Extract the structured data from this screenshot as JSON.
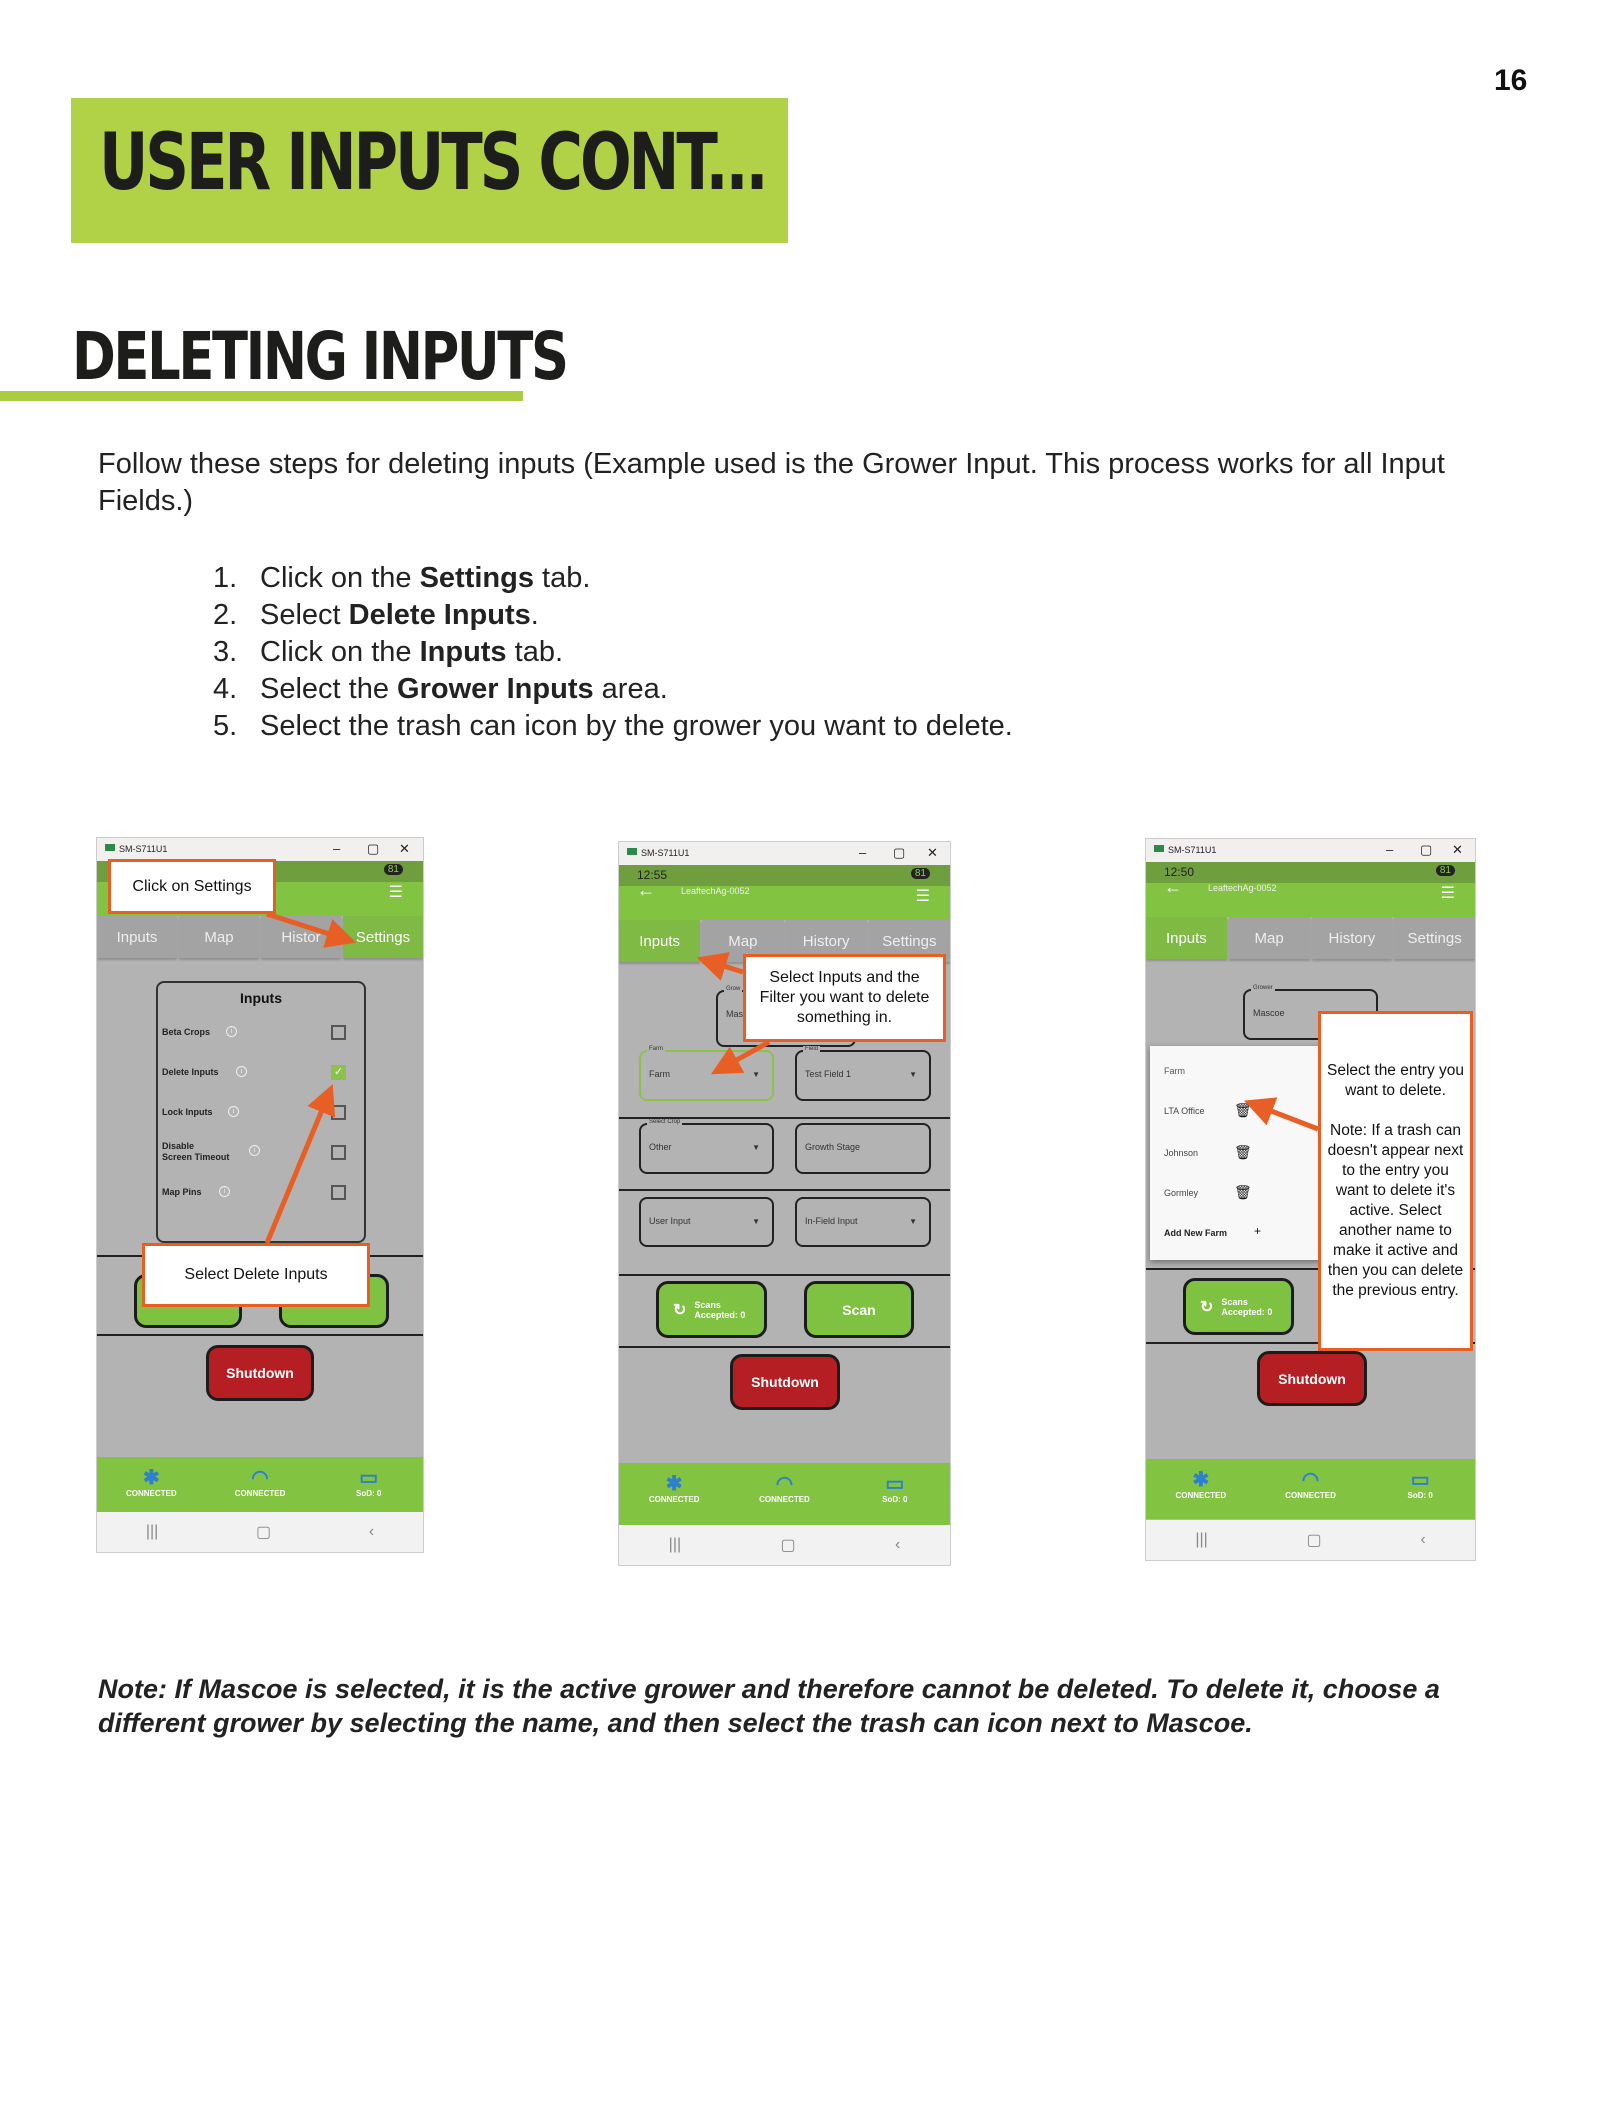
{
  "page_number": "16",
  "banner_title": "USER INPUTS CONT...",
  "section_title": "DELETING INPUTS",
  "intro": "Follow these steps for deleting inputs (Example used is the Grower Input. This process works for all Input Fields.)",
  "steps": [
    {
      "n": "1.",
      "pre": "Click on the ",
      "bold": "Settings",
      "post": " tab."
    },
    {
      "n": "2.",
      "pre": "Select ",
      "bold": "Delete Inputs",
      "post": "."
    },
    {
      "n": "3.",
      "pre": "Click on the ",
      "bold": "Inputs",
      "post": " tab."
    },
    {
      "n": "4.",
      "pre": "Select the ",
      "bold": "Grower Inputs",
      "post": " area."
    },
    {
      "n": "5.",
      "pre": "Select the trash can icon by the grower you want to delete.",
      "bold": "",
      "post": ""
    }
  ],
  "note": "Note: If Mascoe is selected, it is the active grower and therefore cannot be deleted. To delete it, choose a different grower by selecting the name, and then select the trash can icon next to Mascoe.",
  "phone": {
    "device": "SM-S711U1",
    "app": "LeaftechAg-0052",
    "battery": "81",
    "tabs": [
      "Inputs",
      "Map",
      "History",
      "Settings"
    ],
    "bottom": [
      "CONNECTED",
      "CONNECTED",
      "SoD: 0"
    ],
    "shutdown": "Shutdown",
    "scans": "Scans\nAccepted: 0",
    "scan": "Scan"
  },
  "phone1": {
    "panel_title": "Inputs",
    "settings": [
      "Beta Crops",
      "Delete Inputs",
      "Lock Inputs",
      "Disable\nScreen Timeout",
      "Map Pins"
    ],
    "tabs": [
      "Inputs",
      "Map",
      "Histor",
      "Settings"
    ],
    "callout1": "Click on Settings",
    "callout2": "Select Delete Inputs"
  },
  "phone2": {
    "time": "12:55",
    "grower_label": "Grow",
    "grower_value": "Mas",
    "fields": [
      {
        "label": "Farm",
        "value": "Farm"
      },
      {
        "label": "Field",
        "value": "Test Field 1"
      },
      {
        "label": "Select Crop",
        "value": "Other"
      },
      {
        "label": "",
        "value": "Growth Stage"
      },
      {
        "label": "",
        "value": "User Input"
      },
      {
        "label": "",
        "value": "In-Field Input"
      }
    ],
    "callout": "Select Inputs and the Filter you want to delete something in."
  },
  "phone3": {
    "time": "12:50",
    "grower_label": "Grower",
    "grower_value": "Mascoe",
    "menu": [
      "Farm",
      "LTA Office",
      "Johnson",
      "Gormley",
      "Add New Farm"
    ],
    "callout": "Select the entry you want to delete.\n\nNote: If a trash can doesn't appear next to the entry you want to delete it's active. Select another name to make it active and then you can delete the previous entry."
  },
  "colors": {
    "banner": "#b1d147",
    "orange": "#e85f25",
    "app_green": "#82c341",
    "shutdown": "#b51f24"
  }
}
